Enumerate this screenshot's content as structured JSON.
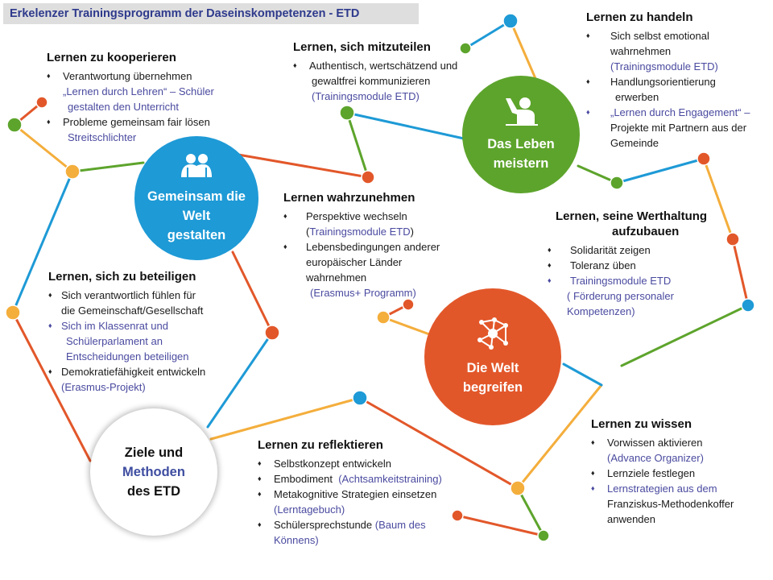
{
  "title": "Erkelenzer Trainingsprogramm der Daseinskompetenzen -  ETD",
  "colors": {
    "blue": "#1e9ad6",
    "green": "#5da42c",
    "orange": "#e2572a",
    "yellow": "#f4ae3c",
    "text_blue": "#4a4aa0"
  },
  "circles": {
    "gemeinsam": {
      "line1": "Gemeinsam die",
      "line2": "Welt",
      "line3": "gestalten",
      "icon": "two-people-icon"
    },
    "leben": {
      "line1": "Das Leben",
      "line2": "meistern",
      "icon": "person-raising-hand-icon"
    },
    "welt": {
      "line1": "Die Welt",
      "line2": "begreifen",
      "icon": "network-molecule-icon"
    },
    "ziele": {
      "line1": "Ziele und",
      "line2": "Methoden",
      "line3": "des ETD"
    }
  },
  "blocks": {
    "kooperieren": {
      "heading": "Lernen zu kooperieren",
      "i1": "Verantwortung übernehmen",
      "i1_blue": "„Lernen durch Lehren“ – Schüler",
      "i1_blue2": "gestalten den Unterricht",
      "i2": "Probleme gemeinsam fair lösen",
      "i2_blue": "Streitschlichter"
    },
    "mitzuteilen": {
      "heading": "Lernen, sich mitzuteilen",
      "i1": "Authentisch, wertschätzend und",
      "i1b": "gewaltfrei  kommunizieren",
      "i1_blue": "(Trainingsmodule ETD)"
    },
    "handeln": {
      "heading": "Lernen zu handeln",
      "i1": "Sich selbst emotional",
      "i1b": "wahrnehmen",
      "i1_blue": "(Trainingsmodule ETD)",
      "i2": "Handlungsorientierung",
      "i2b": "erwerben",
      "i3": "„Lernen durch Engagement“ –",
      "i3b": "Projekte mit Partnern  aus der",
      "i3c": "Gemeinde"
    },
    "wahrnehmen": {
      "heading": "Lernen wahrzunehmen",
      "i1": "Perspektive wechseln",
      "i1_blue": "Trainingsmodule ETD",
      "i2": "Lebensbedingungen anderer",
      "i2b": "europäischer Länder",
      "i2c": "wahrnehmen",
      "i2_blue": "(Erasmus+ Programm)"
    },
    "werthaltung": {
      "heading1": "Lernen, seine Werthaltung",
      "heading2": "aufzubauen",
      "i1": "Solidarität zeigen",
      "i2": "Toleranz üben",
      "i3": "Trainingsmodule ETD",
      "i3b": "( Förderung  personaler",
      "i3c": "Kompetenzen)"
    },
    "beteiligen": {
      "heading": "Lernen, sich zu beteiligen",
      "i1": "Sich verantwortlich fühlen für",
      "i1b": "die Gemeinschaft/Gesellschaft",
      "i2": "Sich im Klassenrat und",
      "i2b": "Schülerparlament   an",
      "i2c": "Entscheidungen beteiligen",
      "i3": "Demokratiefähigkeit entwickeln",
      "i3_blue": "(Erasmus-Projekt)"
    },
    "reflektieren": {
      "heading": "Lernen zu reflektieren",
      "i1": "Selbstkonzept  entwickeln",
      "i2": "Embodiment",
      "i2_blue": "(Achtsamkeitstraining)",
      "i3": "Metakognitive Strategien einsetzen",
      "i3_blue": "(Lerntagebuch)",
      "i4": "Schülersprechstunde",
      "i4_blue": "(Baum des",
      "i4_blue2": "Könnens)"
    },
    "wissen": {
      "heading": "Lernen zu wissen",
      "i1": "Vorwissen aktivieren",
      "i1_blue": "(Advance Organizer)",
      "i2": "Lernziele festlegen",
      "i3": "Lernstrategien  aus dem",
      "i3b": "Franziskus-Methodenkoffer",
      "i3c": "anwenden"
    }
  }
}
